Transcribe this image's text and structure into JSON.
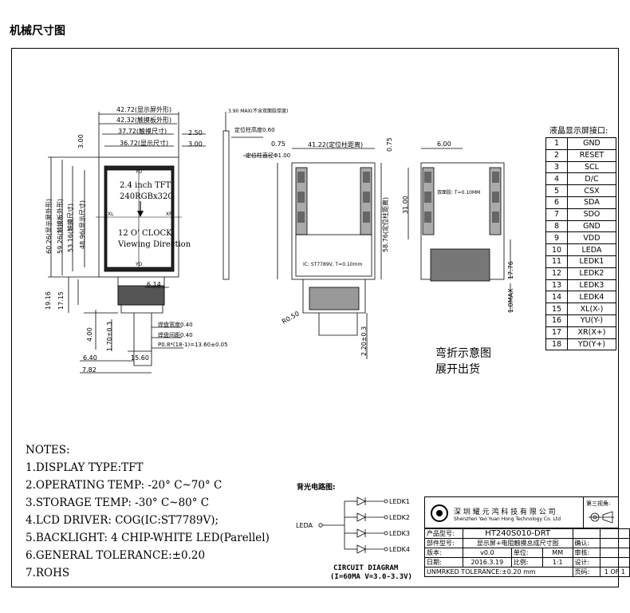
{
  "page_title": "机械尺寸图",
  "front_view": {
    "screen_text": [
      "2.4 inch TFT",
      "240RGBx320",
      "12 O' CLOCK",
      "Viewing Direction"
    ],
    "axis_labels": {
      "top": "YU",
      "bottom": "YD",
      "left": "XL",
      "right": "XR"
    },
    "dims": {
      "d1": "42.72(显示屏外形)",
      "d2": "42.32(触摸板外形)",
      "d3": "37.72(触摸尺寸)",
      "d4": "36.72(显示尺寸)",
      "d5": "2.50",
      "d6": "3.00",
      "d7": "3.00",
      "d8": "60.26(显示屏外形)",
      "d9": "59.26(触摸板外形)",
      "d10": "53.16(触摸尺寸)",
      "d11": "48.96(显示尺寸)",
      "d12": "6.14",
      "d13": "19.16",
      "d14": "17.15",
      "d15": "4.00",
      "d16": "1.70±0.3",
      "d17": "6.40",
      "d18": "15.60",
      "d19": "7.82",
      "d20": "焊盘宽度0.40",
      "d21": "焊盘间距0.40",
      "d22": "P0.8*(18-1)=13.60±0.05"
    }
  },
  "side_view": {
    "d1": "3.90 MAX(不含双面胶厚度)",
    "d2": "定位柱高度0.60"
  },
  "back_view": {
    "d1": "0.75",
    "d2": "41.22(定位柱距离)",
    "d3": "0.75",
    "d4": "定位柱直径Φ1.00",
    "d5": "58.76(定位柱距离)",
    "d6": "R0.50",
    "d7": "2.20±0.3",
    "d8": "IC: ST7789V, T=0.10mm"
  },
  "fold_view": {
    "d1": "6.00",
    "d2": "31.00",
    "d3": "17.76",
    "d4": "1.0MAX",
    "d5": "双面胶: T=0.10MM",
    "label_fold": "弯折示意图",
    "label_ship": "展开出货"
  },
  "pin_table": {
    "title": "液晶显示屏接口:",
    "rows": [
      {
        "num": "1",
        "sig": "GND"
      },
      {
        "num": "2",
        "sig": "RESET"
      },
      {
        "num": "3",
        "sig": "SCL"
      },
      {
        "num": "4",
        "sig": "D/C"
      },
      {
        "num": "5",
        "sig": "CSX"
      },
      {
        "num": "6",
        "sig": "SDA"
      },
      {
        "num": "7",
        "sig": "SDO"
      },
      {
        "num": "8",
        "sig": "GND"
      },
      {
        "num": "9",
        "sig": "VDD"
      },
      {
        "num": "10",
        "sig": "LEDA"
      },
      {
        "num": "11",
        "sig": "LEDK1"
      },
      {
        "num": "12",
        "sig": "LEDK2"
      },
      {
        "num": "13",
        "sig": "LEDK3"
      },
      {
        "num": "14",
        "sig": "LEDK4"
      },
      {
        "num": "15",
        "sig": "XL(X-)"
      },
      {
        "num": "16",
        "sig": "YU(Y-)"
      },
      {
        "num": "17",
        "sig": "XR(X+)"
      },
      {
        "num": "18",
        "sig": "YD(Y+)"
      }
    ]
  },
  "notes": {
    "header": "NOTES:",
    "items": [
      "1.DISPLAY TYPE:TFT",
      "2.OPERATING TEMP: -20° C~70° C",
      "3.STORAGE TEMP: -30° C~80° C",
      "4.LCD DRIVER: COG(IC:ST7789V);",
      "5.BACKLIGHT: 4 CHIP-WHITE LED(Parellel)",
      "6.GENERAL TOLERANCE:±0.20",
      "7.ROHS"
    ]
  },
  "circuit": {
    "title": "背光电路图:",
    "input_label": "LEDA",
    "outputs": [
      "LEDK1",
      "LEDK2",
      "LEDK3",
      "LEDK4"
    ],
    "caption_line1": "CIRCUIT DIAGRAM",
    "caption_line2": "(I=60MA V=3.0-3.3V)"
  },
  "title_block": {
    "company_cn": "深 圳 耀 元 鸿 科 技 有 限 公 司",
    "company_en": "Shenzhen Yao Yuan Hong Technology Co. Ltd",
    "view_label": "第三视角:",
    "model_label": "产品型号:",
    "model_value": "HT240S010-DRT",
    "part_label": "部件型号:",
    "part_value": "显示屏+电阻触摸总成尺寸图",
    "confirm_label": "确认:",
    "version_label": "版本:",
    "version_value": "v0.0",
    "unit_label": "单位:",
    "unit_value": "MM",
    "check_label": "审核:",
    "date_label": "日期:",
    "date_value": "2016.3.19",
    "scale_label": "比例:",
    "scale_value": "1:1",
    "design_label": "设计:",
    "tolerance": "UNMRKED TOLERANCE:±0.20 mm",
    "page_label": "页码:",
    "page_value": "1 OF 1"
  }
}
